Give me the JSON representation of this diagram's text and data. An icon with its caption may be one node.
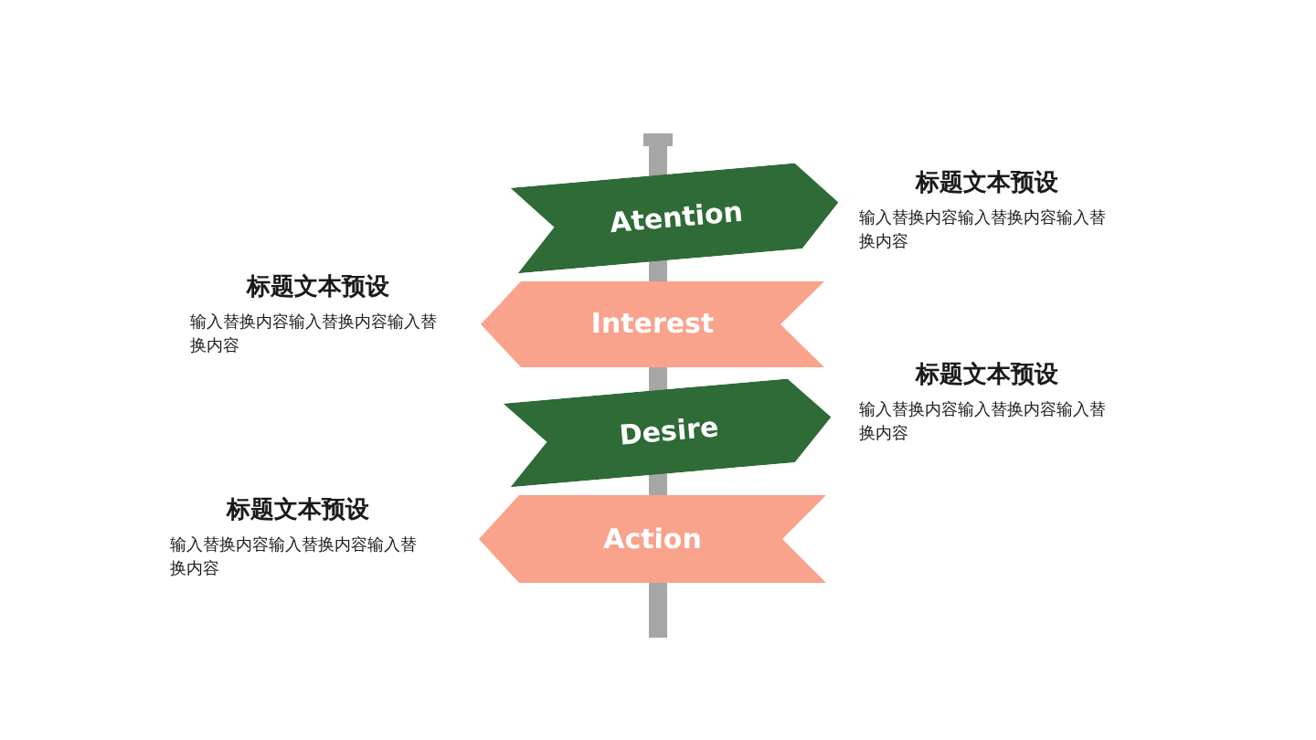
{
  "diagram": {
    "nodes": [
      {
        "text": [
          "Atention"
        ],
        "beside": [
          "标题文本预设",
          "输入替换内容输入替换内容输入替换内容"
        ]
      },
      {
        "text": [
          "Interest"
        ],
        "beside": [
          "标题文本预设",
          "输入替换内容输入替换内容输入替换内容"
        ]
      },
      {
        "text": [
          "Desire"
        ],
        "beside": [
          "标题文本预设",
          "输入替换内容输入替换内容输入替换内容"
        ]
      },
      {
        "text": [
          "Action"
        ],
        "beside": [
          "标题文本预设",
          "输入替换内容输入替换内容输入替换内容"
        ]
      }
    ]
  }
}
